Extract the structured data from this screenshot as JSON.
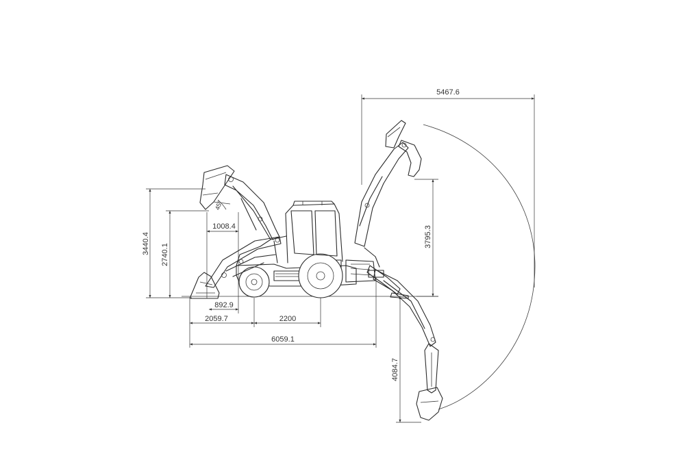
{
  "dimensions": {
    "backhoe_reach": "5467.6",
    "dig_height": "3795.3",
    "dig_depth": "4084.7",
    "loader_pin_height": "3440.4",
    "loader_dump_height": "2740.1",
    "dump_reach": "1008.4",
    "dump_angle": "45°",
    "bucket_to_front_axle": "892.9",
    "front_overhang": "2059.7",
    "wheelbase": "2200",
    "overall_length": "6059.1"
  }
}
